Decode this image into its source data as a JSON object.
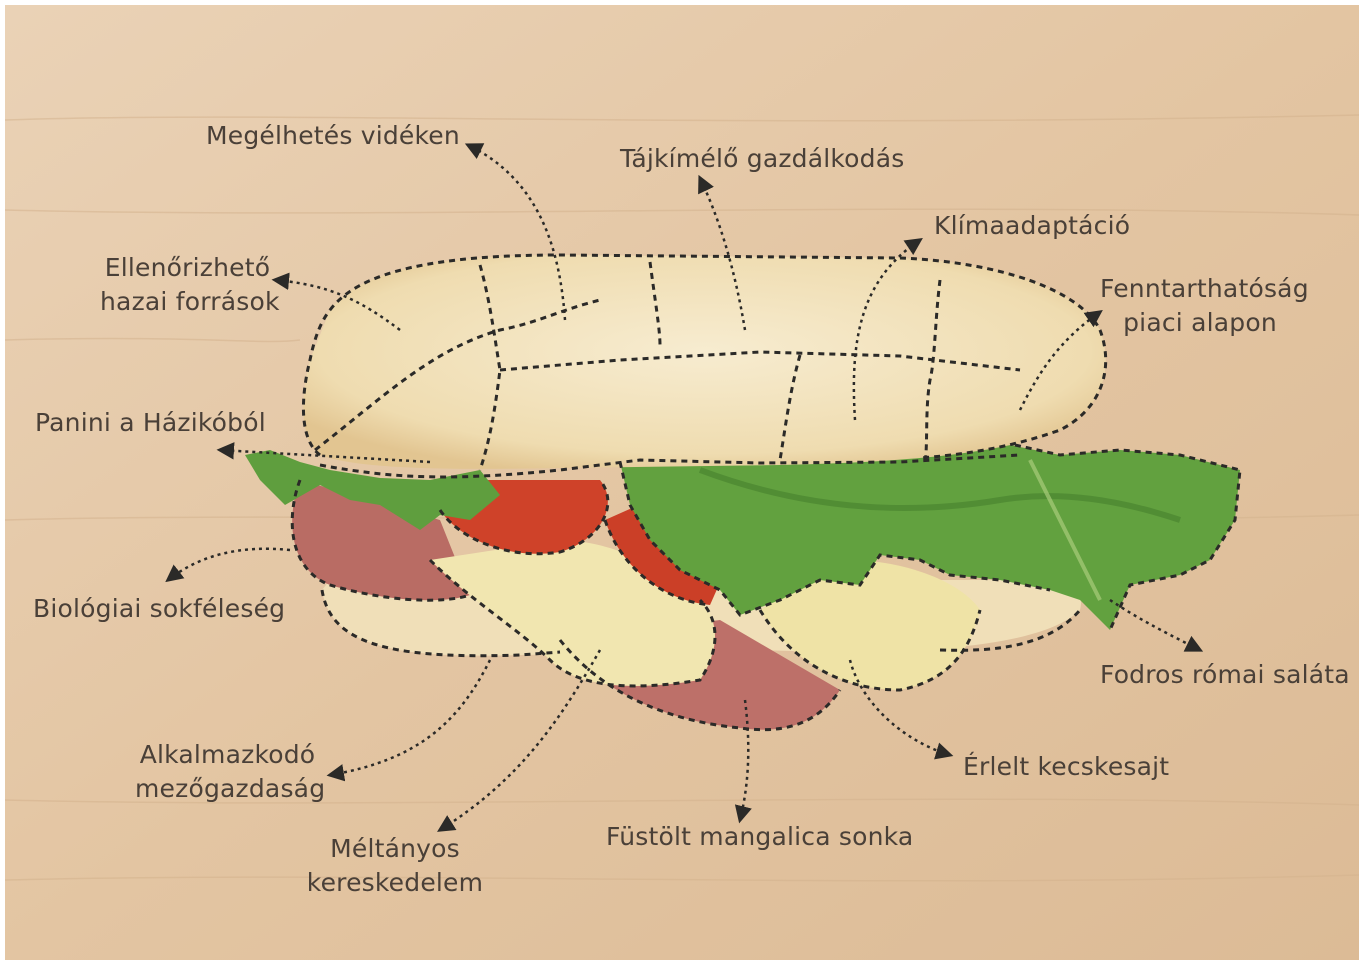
{
  "labels": {
    "megelhetes": "Megélhetés vidéken",
    "tajkimelo": "Tájkímélő gazdálkodás",
    "klima": "Klímaadaptáció",
    "ellenorizheto_1": "Ellenőrizhető",
    "ellenorizheto_2": "hazai források",
    "fenntarthatosag_1": "Fenntarthatóság",
    "fenntarthatosag_2": "piaci alapon",
    "panini": "Panini a Házikóból",
    "biologiai": "Biológiai sokféleség",
    "fodros": "Fodros római saláta",
    "alkalmazkodo_1": "Alkalmazkodó",
    "alkalmazkodo_2": "mezőgazdaság",
    "erlelt": "Érlelt kecskesajt",
    "meltanyos_1": "Méltányos",
    "meltanyos_2": "kereskedelem",
    "fustolt": "Füstölt mangalica sonka"
  },
  "colors": {
    "wood": "#e6cbac",
    "wood_grain": "#d9b996",
    "bread": "#f4e6c4",
    "bread_crust": "#e8cf9e",
    "lettuce": "#5f9e3e",
    "lettuce_dark": "#3f7a2a",
    "tomato": "#d0432a",
    "ham": "#b86a63",
    "cheese": "#f1e7b2",
    "line": "#2b2a28",
    "label_text": "#4a4038"
  }
}
